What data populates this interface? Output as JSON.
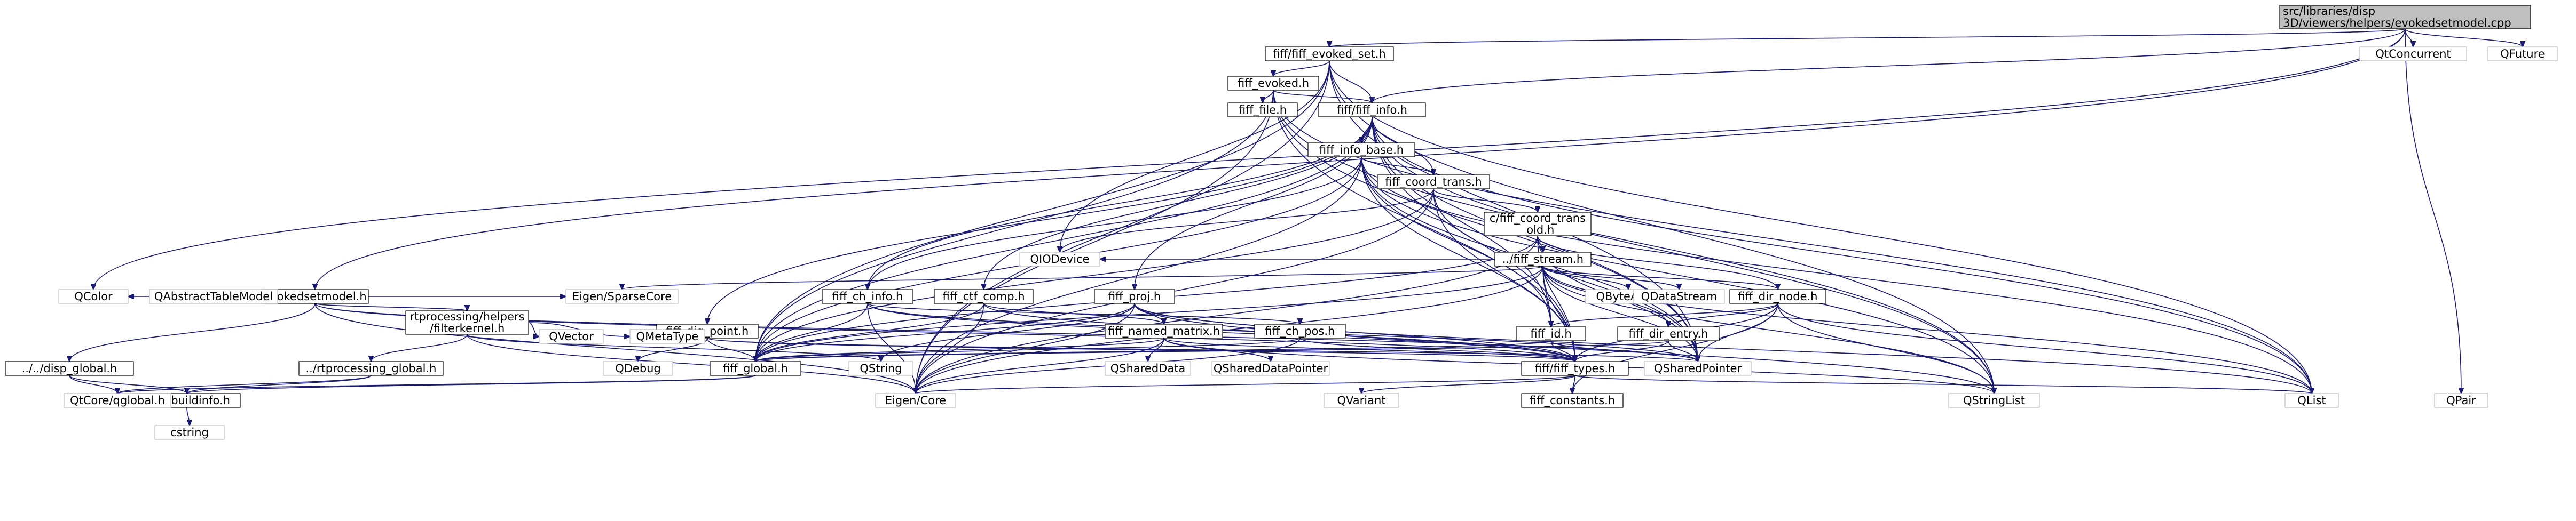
{
  "graph": {
    "root": "src/libraries/disp3D/viewers/helpers/evokedsetmodel.cpp",
    "colors": {
      "edge": "#191970",
      "root_fill": "#bfbfbf",
      "node_fill": "#ffffff",
      "ghost_border": "#bfbfbf"
    },
    "nodes": [
      {
        "id": "root",
        "lines": [
          "src/libraries/disp",
          "3D/viewers/helpers/evokedsetmodel.cpp"
        ],
        "kind": "root"
      },
      {
        "id": "evoked_set",
        "lines": [
          "fiff/fiff_evoked_set.h"
        ],
        "kind": "normal"
      },
      {
        "id": "qconcurrent",
        "lines": [
          "QtConcurrent"
        ],
        "kind": "ghost"
      },
      {
        "id": "qfuture",
        "lines": [
          "QFuture"
        ],
        "kind": "ghost"
      },
      {
        "id": "fiff_evoked",
        "lines": [
          "fiff_evoked.h"
        ],
        "kind": "normal"
      },
      {
        "id": "fiff_file",
        "lines": [
          "fiff_file.h"
        ],
        "kind": "normal"
      },
      {
        "id": "fiff_info",
        "lines": [
          "fiff/fiff_info.h"
        ],
        "kind": "normal"
      },
      {
        "id": "fiff_info_base",
        "lines": [
          "fiff_info_base.h"
        ],
        "kind": "normal"
      },
      {
        "id": "fiff_coord_trans",
        "lines": [
          "fiff_coord_trans.h"
        ],
        "kind": "normal"
      },
      {
        "id": "c_fiff_coord_trans",
        "lines": [
          "c/fiff_coord_trans",
          "_old.h"
        ],
        "kind": "normal"
      },
      {
        "id": "fiff_stream",
        "lines": [
          "../fiff_stream.h"
        ],
        "kind": "normal"
      },
      {
        "id": "evokedsetmodel",
        "lines": [
          "evokedsetmodel.h"
        ],
        "kind": "normal"
      },
      {
        "id": "fiff_ch_info",
        "lines": [
          "fiff_ch_info.h"
        ],
        "kind": "normal"
      },
      {
        "id": "fiff_ctf_comp",
        "lines": [
          "fiff_ctf_comp.h"
        ],
        "kind": "normal"
      },
      {
        "id": "fiff_proj",
        "lines": [
          "fiff_proj.h"
        ],
        "kind": "normal"
      },
      {
        "id": "fiff_dir_node",
        "lines": [
          "fiff_dir_node.h"
        ],
        "kind": "normal"
      },
      {
        "id": "rtprocessing_filterkernel",
        "lines": [
          "rtprocessing/helpers",
          "/filterkernel.h"
        ],
        "kind": "normal"
      },
      {
        "id": "fiff_dig_point",
        "lines": [
          "fiff_dig_point.h"
        ],
        "kind": "normal"
      },
      {
        "id": "fiff_named_matrix",
        "lines": [
          "fiff_named_matrix.h"
        ],
        "kind": "normal"
      },
      {
        "id": "fiff_ch_pos",
        "lines": [
          "fiff_ch_pos.h"
        ],
        "kind": "normal"
      },
      {
        "id": "fiff_id",
        "lines": [
          "fiff_id.h"
        ],
        "kind": "normal"
      },
      {
        "id": "fiff_dir_entry",
        "lines": [
          "fiff_dir_entry.h"
        ],
        "kind": "normal"
      },
      {
        "id": "disp_global",
        "lines": [
          "../../disp_global.h"
        ],
        "kind": "normal"
      },
      {
        "id": "rtprocessing_global",
        "lines": [
          "../rtprocessing_global.h"
        ],
        "kind": "normal"
      },
      {
        "id": "fiff_global",
        "lines": [
          "fiff_global.h"
        ],
        "kind": "normal"
      },
      {
        "id": "fiff_types",
        "lines": [
          "fiff/fiff_types.h"
        ],
        "kind": "normal"
      },
      {
        "id": "utils_buildinfo",
        "lines": [
          "utils/buildinfo.h"
        ],
        "kind": "normal"
      },
      {
        "id": "fiff_constants",
        "lines": [
          "fiff_constants.h"
        ],
        "kind": "normal"
      },
      {
        "id": "qcolor",
        "lines": [
          "QColor"
        ],
        "kind": "ghost"
      },
      {
        "id": "qabstracttablemodel",
        "lines": [
          "QAbstractTableModel"
        ],
        "kind": "ghost"
      },
      {
        "id": "qvector",
        "lines": [
          "QVector"
        ],
        "kind": "ghost"
      },
      {
        "id": "qmetatype",
        "lines": [
          "QMetaType"
        ],
        "kind": "ghost"
      },
      {
        "id": "qdebug",
        "lines": [
          "QDebug"
        ],
        "kind": "ghost"
      },
      {
        "id": "eigen_sparsecore",
        "lines": [
          "Eigen/SparseCore"
        ],
        "kind": "ghost"
      },
      {
        "id": "qiodevice",
        "lines": [
          "QIODevice"
        ],
        "kind": "ghost"
      },
      {
        "id": "qbytearray",
        "lines": [
          "QByteArray"
        ],
        "kind": "ghost"
      },
      {
        "id": "qdatastream",
        "lines": [
          "QDataStream"
        ],
        "kind": "ghost"
      },
      {
        "id": "qshareddata",
        "lines": [
          "QSharedData"
        ],
        "kind": "ghost"
      },
      {
        "id": "qshareddatapointer",
        "lines": [
          "QSharedDataPointer"
        ],
        "kind": "ghost"
      },
      {
        "id": "qstring",
        "lines": [
          "QString"
        ],
        "kind": "ghost"
      },
      {
        "id": "qsharedpointer",
        "lines": [
          "QSharedPointer"
        ],
        "kind": "ghost"
      },
      {
        "id": "qcoreglobal",
        "lines": [
          "QtCore/qglobal.h"
        ],
        "kind": "ghost"
      },
      {
        "id": "eigencore",
        "lines": [
          "Eigen/Core"
        ],
        "kind": "ghost"
      },
      {
        "id": "qvariant",
        "lines": [
          "QVariant"
        ],
        "kind": "ghost"
      },
      {
        "id": "qstringlist",
        "lines": [
          "QStringList"
        ],
        "kind": "ghost"
      },
      {
        "id": "qlist",
        "lines": [
          "QList"
        ],
        "kind": "ghost"
      },
      {
        "id": "qpair",
        "lines": [
          "QPair"
        ],
        "kind": "ghost"
      },
      {
        "id": "cstring",
        "lines": [
          "cstring"
        ],
        "kind": "ghost"
      }
    ]
  }
}
